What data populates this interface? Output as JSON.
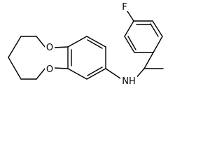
{
  "molecule": {
    "atoms": {
      "fluorine": "F",
      "oxygen_top": "O",
      "oxygen_bottom": "O",
      "amine": "NH"
    },
    "colors": {
      "bond": "#000000",
      "background": "#ffffff"
    }
  }
}
